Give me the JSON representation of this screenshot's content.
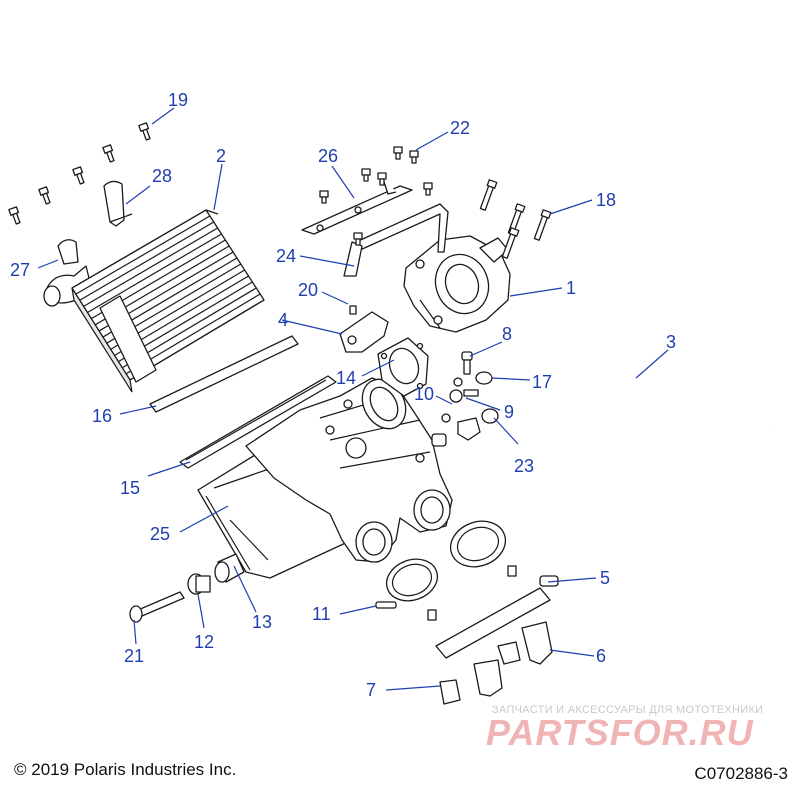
{
  "callouts": {
    "c1": "1",
    "c2": "2",
    "c3": "3",
    "c4": "4",
    "c5": "5",
    "c6": "6",
    "c7": "7",
    "c8": "8",
    "c9": "9",
    "c10": "10",
    "c11": "11",
    "c12": "12",
    "c13": "13",
    "c14": "14",
    "c15": "15",
    "c16": "16",
    "c17": "17",
    "c18": "18",
    "c19": "19",
    "c20": "20",
    "c21": "21",
    "c22": "22",
    "c23": "23",
    "c24": "24",
    "c25": "25",
    "c26": "26",
    "c27": "27",
    "c28": "28"
  },
  "footer": {
    "copyright": "© 2019 Polaris Industries Inc.",
    "drawing_number": "C0702886-3"
  },
  "watermark": {
    "tagline": "ЗАПЧАСТИ И АКСЕССУАРЫ ДЛЯ МОТОТЕХНИКИ",
    "logo": "PARTSFOR.RU"
  },
  "colors": {
    "callout": "#1f3fb0",
    "line": "#1a1a1a",
    "watermark": "#f0b4b4"
  }
}
